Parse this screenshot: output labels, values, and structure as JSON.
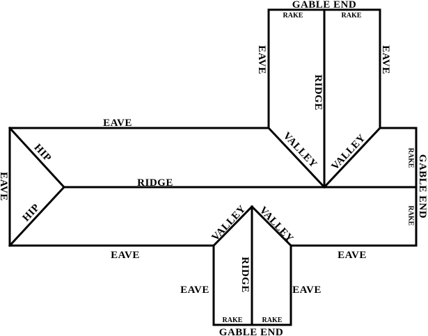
{
  "colors": {
    "background": "#ffffff",
    "line": "#000000"
  },
  "labels": {
    "gable_end_top": "GABLE END",
    "rake_top_left": "RAKE",
    "rake_top_right": "RAKE",
    "eave_upper_wing_left": "EAVE",
    "eave_upper_wing_right": "EAVE",
    "ridge_upper_wing": "RIDGE",
    "valley_upper_left": "VALLEY",
    "valley_upper_right": "VALLEY",
    "eave_main_top": "EAVE",
    "hip_upper": "HIP",
    "hip_lower": "HIP",
    "eave_left_end": "EAVE",
    "ridge_main": "RIDGE",
    "rake_right_upper": "RAKE",
    "rake_right_lower": "RAKE",
    "gable_end_right": "GABLE END",
    "eave_main_bottom_left": "EAVE",
    "eave_main_bottom_right": "EAVE",
    "valley_lower_left": "VALLEY",
    "valley_lower_right": "VALLEY",
    "ridge_lower_wing": "RIDGE",
    "eave_lower_wing_left": "EAVE",
    "eave_lower_wing_right": "EAVE",
    "rake_bottom_left": "RAKE",
    "rake_bottom_right": "RAKE",
    "gable_end_bottom": "GABLE END"
  }
}
